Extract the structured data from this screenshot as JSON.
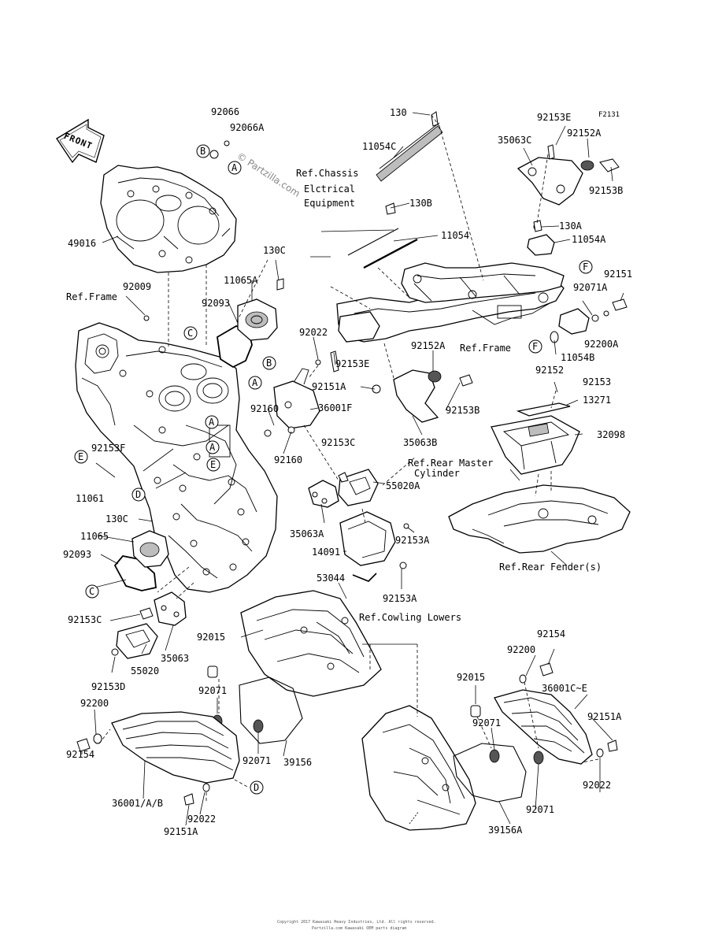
{
  "diagram": {
    "figure_code": "F2131",
    "watermark": "© Partzilla.com",
    "front_arrow": "FRONT",
    "footer_line1": "Copyright 2017 Kawasaki Heavy Industries, Ltd. All rights reserved.",
    "footer_line2": "Partzilla.com Kawasaki OEM parts diagram",
    "part_labels": [
      "92066",
      "92066A",
      "49016",
      "130",
      "11054C",
      "130B",
      "11054",
      "35063C",
      "92153E",
      "92152A",
      "92153B",
      "130A",
      "11054A",
      "92071A",
      "92151",
      "92200A",
      "11054B",
      "92152",
      "92153",
      "13271",
      "32098",
      "130C",
      "11065A",
      "92093",
      "92009",
      "92022",
      "92153E",
      "92151A",
      "92152A",
      "92153B",
      "35063B",
      "92160",
      "36001F",
      "92160",
      "92153C",
      "92153F",
      "11061",
      "55020A",
      "35063A",
      "14091",
      "92153A",
      "92153A",
      "130C",
      "11065",
      "92093",
      "53044",
      "92153C",
      "92015",
      "35063",
      "55020",
      "92153D",
      "92154",
      "92200",
      "92015",
      "36001C~E",
      "92151A",
      "92071",
      "92200",
      "92154",
      "92071",
      "39156",
      "36001/A/B",
      "92022",
      "92151A",
      "92071",
      "92071",
      "92022",
      "39156A"
    ],
    "ref_labels": [
      "Ref.Chassis",
      "Elctrical",
      "Equipment",
      "Ref.Frame",
      "Ref.Frame",
      "Ref.Rear Master",
      "Cylinder",
      "Ref.Rear Fender(s)",
      "Ref.Cowling Lowers"
    ],
    "callouts": [
      "A",
      "A",
      "A",
      "A",
      "B",
      "B",
      "C",
      "C",
      "D",
      "D",
      "E",
      "E",
      "F",
      "F"
    ]
  }
}
